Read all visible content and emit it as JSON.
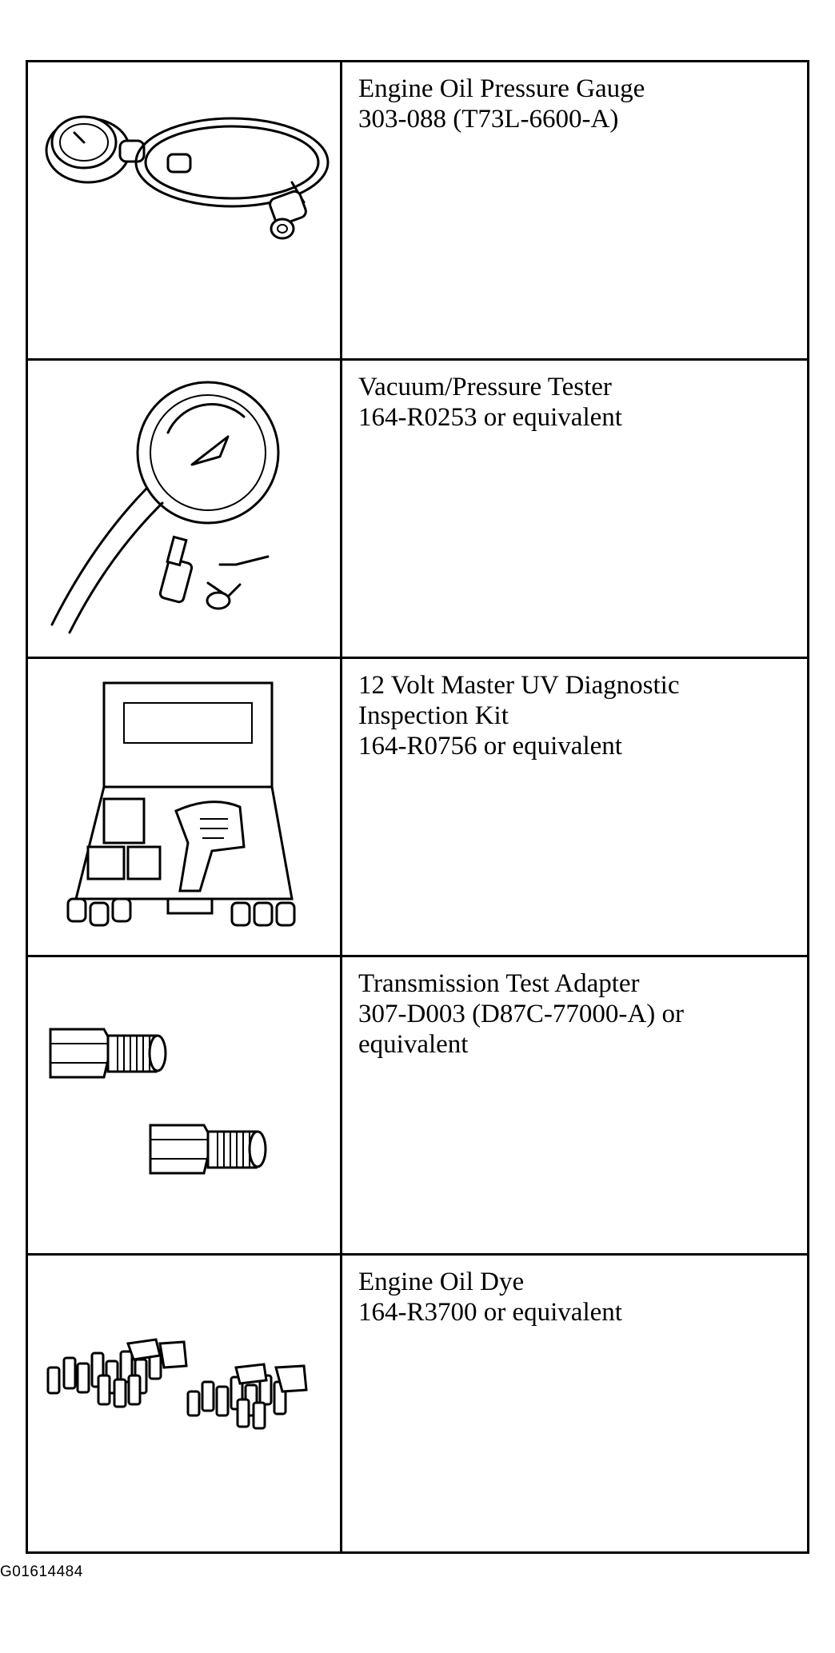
{
  "tools": [
    {
      "name": "Engine Oil Pressure Gauge",
      "lines": [
        "Engine Oil Pressure Gauge",
        "303-088 (T73L-6600-A)"
      ],
      "icon": "oil-pressure-gauge-icon"
    },
    {
      "name": "Vacuum/Pressure Tester",
      "lines": [
        "Vacuum/Pressure Tester",
        "164-R0253 or equivalent"
      ],
      "icon": "vacuum-pressure-tester-icon"
    },
    {
      "name": "12 Volt Master UV Diagnostic Inspection Kit",
      "lines": [
        "12 Volt Master UV Diagnostic",
        "Inspection Kit",
        "164-R0756 or equivalent"
      ],
      "icon": "uv-diagnostic-kit-icon"
    },
    {
      "name": "Transmission Test Adapter",
      "lines": [
        "Transmission Test Adapter",
        "307-D003 (D87C-77000-A) or",
        "equivalent"
      ],
      "icon": "test-adapter-icon"
    },
    {
      "name": "Engine Oil Dye",
      "lines": [
        "Engine Oil Dye",
        "164-R3700 or equivalent"
      ],
      "icon": "oil-dye-bottles-icon"
    }
  ],
  "figure_id": "G01614484"
}
